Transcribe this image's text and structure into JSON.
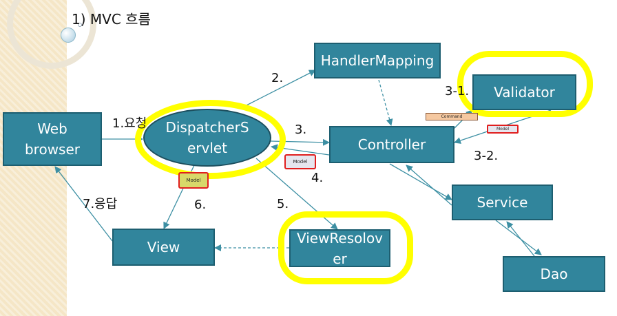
{
  "title": "1) MVC 흐름",
  "nodes": {
    "browser": "Web\nbrowser",
    "dispatcher": "DispatcherS\nervlet",
    "handler": "HandlerMapping",
    "controller": "Controller",
    "validator": "Validator",
    "service": "Service",
    "dao": "Dao",
    "view": "View",
    "resolver": "ViewResolov\ner"
  },
  "steps": {
    "s1": "1.요청",
    "s2": "2.",
    "s3": "3.",
    "s31": "3-1.",
    "s32": "3-2.",
    "s4": "4.",
    "s5": "5.",
    "s6": "6.",
    "s7": "7.응답"
  },
  "tags": {
    "model": "Model",
    "command": "Command"
  },
  "colors": {
    "node_fill": "#31859c",
    "arrow": "#3c8fa3",
    "highlight": "#ffff00",
    "tag_border": "#e01e1e",
    "left_panel": "#f5e6c6"
  }
}
